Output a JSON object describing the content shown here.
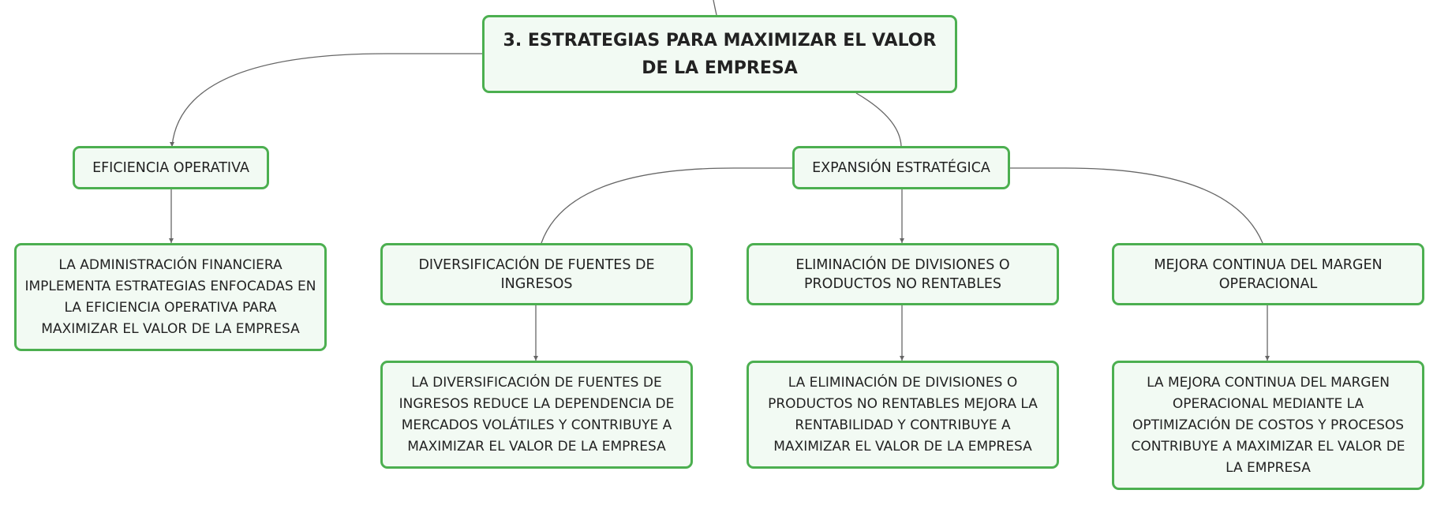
{
  "map": {
    "root": {
      "label": "3. ESTRATEGIAS PARA MAXIMIZAR EL VALOR DE LA EMPRESA"
    },
    "eficiencia": {
      "label": "EFICIENCIA OPERATIVA",
      "detail": "LA ADMINISTRACIÓN FINANCIERA IMPLEMENTA ESTRATEGIAS ENFOCADAS EN LA EFICIENCIA OPERATIVA PARA MAXIMIZAR EL VALOR DE LA EMPRESA"
    },
    "expansion": {
      "label": "EXPANSIÓN ESTRATÉGICA",
      "diversificacion": {
        "label": "DIVERSIFICACIÓN DE FUENTES DE INGRESOS",
        "detail": "LA DIVERSIFICACIÓN DE FUENTES DE INGRESOS REDUCE LA DEPENDENCIA DE MERCADOS VOLÁTILES Y CONTRIBUYE A MAXIMIZAR EL VALOR DE LA EMPRESA"
      },
      "eliminacion": {
        "label": "ELIMINACIÓN DE DIVISIONES O PRODUCTOS NO RENTABLES",
        "detail": "LA ELIMINACIÓN DE DIVISIONES O PRODUCTOS NO RENTABLES MEJORA LA RENTABILIDAD Y CONTRIBUYE A MAXIMIZAR EL VALOR DE LA EMPRESA"
      },
      "mejora": {
        "label": "MEJORA CONTINUA DEL MARGEN OPERACIONAL",
        "detail": "LA MEJORA CONTINUA DEL MARGEN OPERACIONAL MEDIANTE LA OPTIMIZACIÓN DE COSTOS Y PROCESOS CONTRIBUYE A MAXIMIZAR EL VALOR DE LA EMPRESA"
      }
    }
  },
  "colors": {
    "node_border": "#4caf50",
    "node_fill": "#f2faf3",
    "connector": "#666666",
    "text": "#222222"
  }
}
